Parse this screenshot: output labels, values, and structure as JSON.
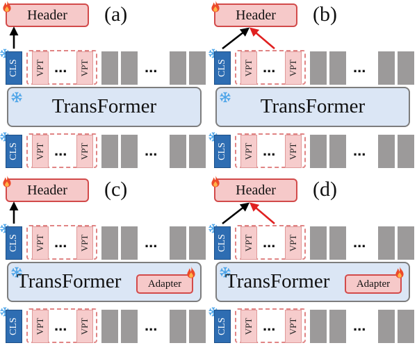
{
  "panels": [
    {
      "id": "a",
      "label": "(a)",
      "header": "Header",
      "transformer": "TransFormer",
      "adapter": null,
      "red_arrow": false
    },
    {
      "id": "b",
      "label": "(b)",
      "header": "Header",
      "transformer": "TransFormer",
      "adapter": null,
      "red_arrow": true
    },
    {
      "id": "c",
      "label": "(c)",
      "header": "Header",
      "transformer": "TransFormer",
      "adapter": "Adapter",
      "red_arrow": false
    },
    {
      "id": "d",
      "label": "(d)",
      "header": "Header",
      "transformer": "TransFormer",
      "adapter": "Adapter",
      "red_arrow": true
    }
  ],
  "tokens": {
    "cls": "CLS",
    "vpt": "VPT",
    "ellipsis": "..."
  },
  "icons": {
    "trainable": "flame-icon",
    "frozen": "snowflake-icon"
  },
  "colors": {
    "cls": "#2e6db2",
    "vpt": "#f6cccc",
    "vpt_border": "#e08484",
    "header_fill": "#f6c9c9",
    "header_border": "#d24a4a",
    "transformer_fill": "#dbe6f5",
    "gray_token": "#9c9a9a",
    "arrow_black": "#000000",
    "arrow_red": "#e02020"
  }
}
